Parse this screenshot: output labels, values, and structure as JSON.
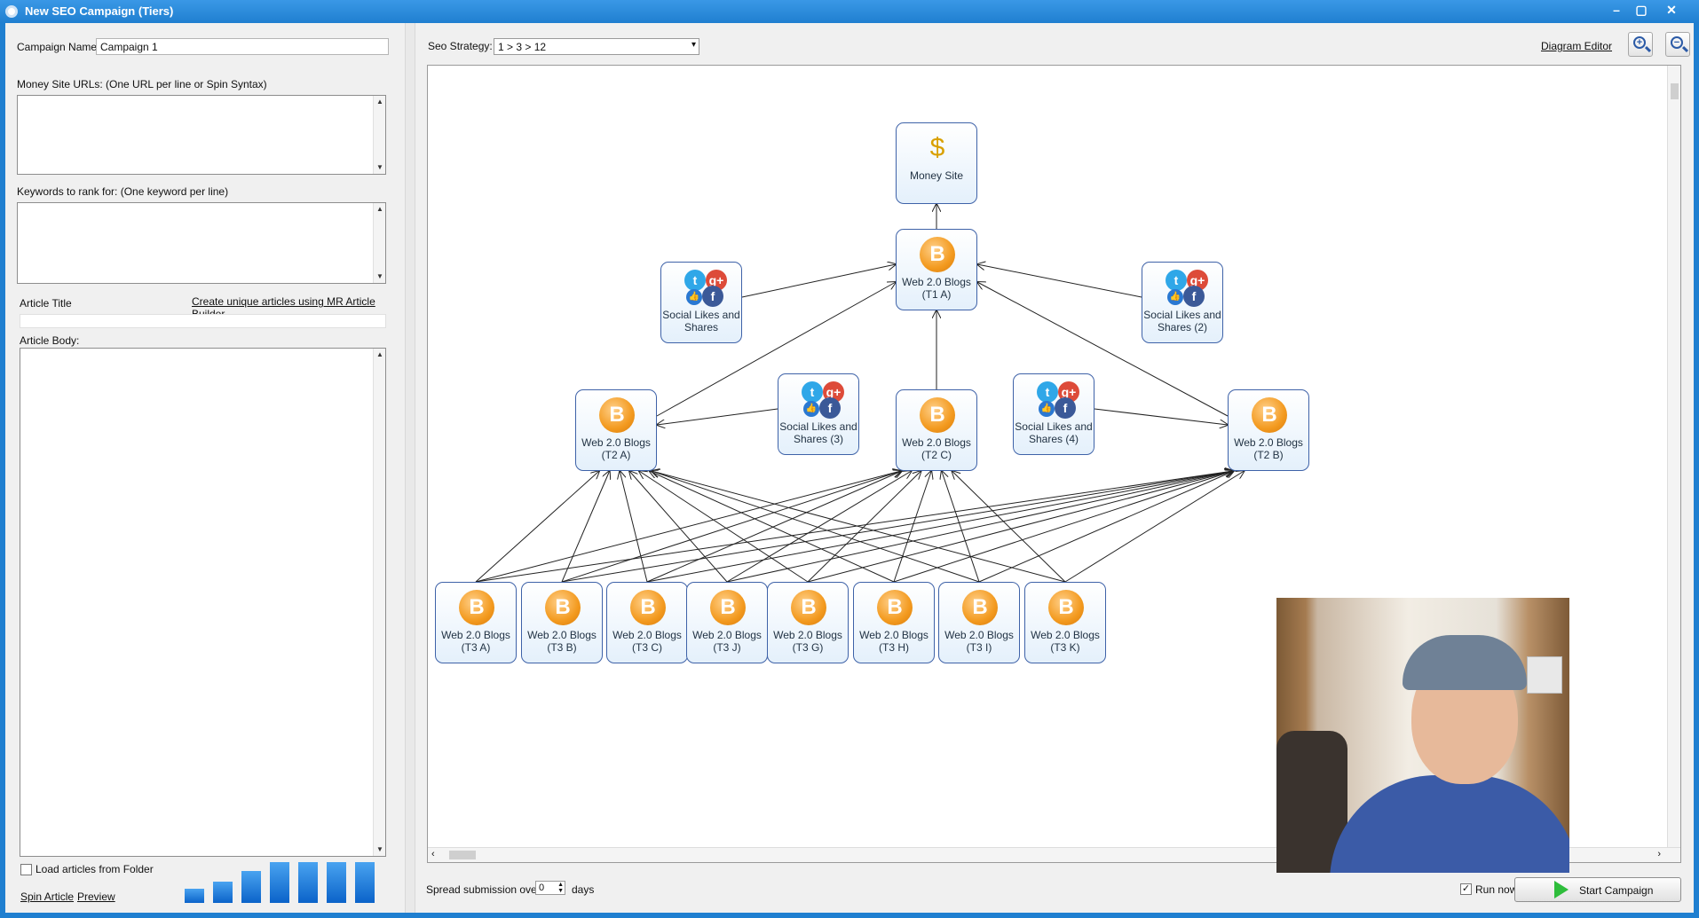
{
  "window": {
    "title": "New SEO Campaign (Tiers)",
    "minimize": "–",
    "maximize": "▢",
    "close": "✕"
  },
  "left": {
    "campaign_name_label": "Campaign Name:",
    "campaign_name_value": "Campaign 1",
    "money_urls_label": "Money Site URLs: (One URL per line or Spin Syntax)",
    "keywords_label": "Keywords to rank for: (One keyword per line)",
    "article_title_label": "Article Title",
    "article_builder_link": "Create unique articles using MR Article Builder",
    "article_body_label": "Article Body:",
    "load_folder_label": "Load articles from Folder",
    "spin_article_link": "Spin Article",
    "preview_link": "Preview"
  },
  "right": {
    "seo_strategy_label": "Seo Strategy:",
    "seo_strategy_value": "1 > 3 > 12",
    "diagram_editor_link": "Diagram Editor",
    "spread_label": "Spread submission over",
    "spread_value": "0",
    "days_label": "days",
    "run_now_label": "Run now",
    "start_label": "Start Campaign"
  },
  "diagram": {
    "nodes": [
      {
        "label": "Money Site",
        "kind": "money"
      },
      {
        "label": "Web 2.0 Blogs (T1 A)",
        "kind": "blog"
      },
      {
        "label": "Social Likes and Shares",
        "kind": "social"
      },
      {
        "label": "Social Likes and Shares (2)",
        "kind": "social"
      },
      {
        "label": "Web 2.0 Blogs (T2 A)",
        "kind": "blog"
      },
      {
        "label": "Social Likes and Shares (3)",
        "kind": "social"
      },
      {
        "label": "Web 2.0 Blogs (T2 C)",
        "kind": "blog"
      },
      {
        "label": "Social Likes and Shares (4)",
        "kind": "social"
      },
      {
        "label": "Web 2.0 Blogs (T2 B)",
        "kind": "blog"
      },
      {
        "label": "Web 2.0 Blogs (T3 A)",
        "kind": "blog"
      },
      {
        "label": "Web 2.0 Blogs (T3 B)",
        "kind": "blog"
      },
      {
        "label": "Web 2.0 Blogs (T3 C)",
        "kind": "blog"
      },
      {
        "label": "Web 2.0 Blogs (T3 J)",
        "kind": "blog"
      },
      {
        "label": "Web 2.0 Blogs (T3 G)",
        "kind": "blog"
      },
      {
        "label": "Web 2.0 Blogs (T3 H)",
        "kind": "blog"
      },
      {
        "label": "Web 2.0 Blogs (T3 I)",
        "kind": "blog"
      },
      {
        "label": "Web 2.0 Blogs (T3 K)",
        "kind": "blog"
      }
    ]
  },
  "icons": {
    "blogger": "B",
    "money": "$",
    "twitter": "t",
    "google_plus": "g+",
    "facebook": "f",
    "like": "👍",
    "check": "✓",
    "play": "play-icon",
    "zoom_in": "+",
    "zoom_out": "−"
  }
}
